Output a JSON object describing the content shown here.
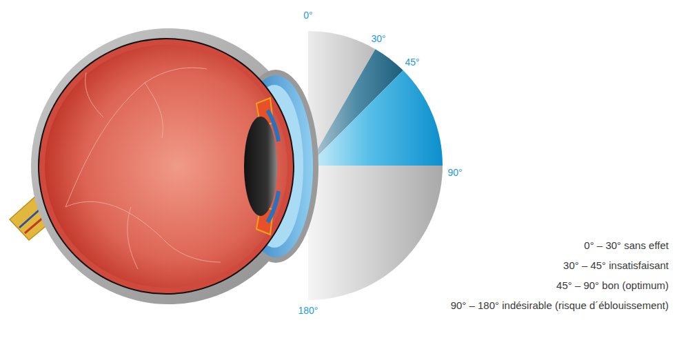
{
  "diagram": {
    "labels": [
      "0°",
      "30°",
      "45°",
      "90°",
      "180°",
      "0° – 30° sans effet",
      "30° – 45° insatisfaisant",
      "45° – 90° bon (optimum)",
      "90° – 180° indésirable (risque d´éblouissement)"
    ]
  }
}
